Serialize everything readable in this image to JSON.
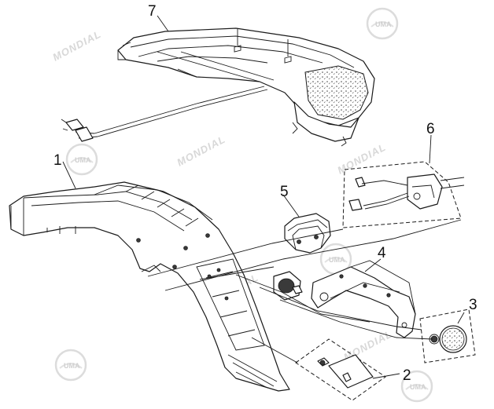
{
  "callouts": [
    {
      "id": "1",
      "label": "1"
    },
    {
      "id": "2",
      "label": "2"
    },
    {
      "id": "3",
      "label": "3"
    },
    {
      "id": "4",
      "label": "4"
    },
    {
      "id": "5",
      "label": "5"
    },
    {
      "id": "6",
      "label": "6"
    },
    {
      "id": "7",
      "label": "7"
    }
  ],
  "watermark": {
    "brand": "MONDIAL",
    "logo": "UMA"
  },
  "colors": {
    "line": "#1a1a1a",
    "watermark": "#d8d8d8"
  }
}
